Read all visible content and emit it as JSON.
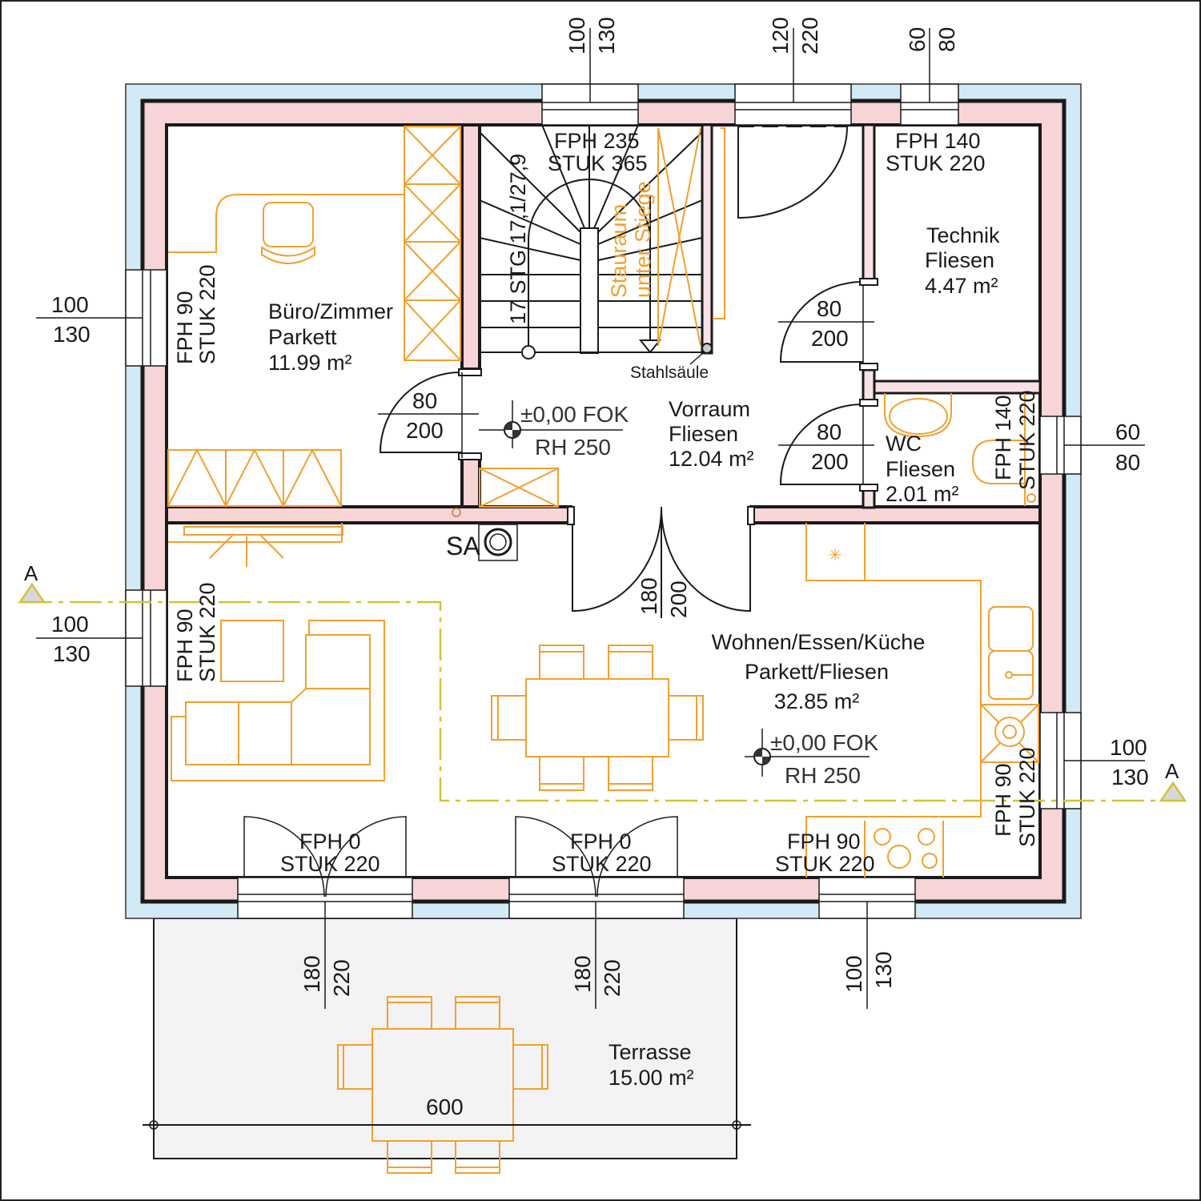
{
  "plan": {
    "title": "Erdgeschoss Grundriss",
    "colors": {
      "wall": "#f7d5d7",
      "insulation": "#d2eaf6",
      "furniture": "#f0a030",
      "section_axis": "#cfc43a",
      "terrace": "#f3f3f5",
      "line": "#1a1a1a"
    },
    "rooms": [
      {
        "name": "Büro/Zimmer",
        "floor": "Parkett",
        "area": "11.99 m²"
      },
      {
        "name": "Vorraum",
        "floor": "Fliesen",
        "area": "12.04 m²"
      },
      {
        "name": "Technik",
        "floor": "Fliesen",
        "area": "4.47 m²"
      },
      {
        "name": "WC",
        "floor": "Fliesen",
        "area": "2.01 m²"
      },
      {
        "name": "Wohnen/Essen/Küche",
        "floor": "Parkett/Fliesen",
        "area": "32.85 m²"
      },
      {
        "name": "Terrasse",
        "floor": "",
        "area": "15.00 m²"
      }
    ],
    "stair": {
      "steps": "17 STG 17,1/27,9",
      "storage_line1": "Stauraum",
      "storage_line2": "unter Stiege",
      "column": "Stahlsäule"
    },
    "levels": [
      {
        "fok": "±0,00 FOK",
        "rh": "RH 250"
      },
      {
        "fok": "±0,00 FOK",
        "rh": "RH 250"
      }
    ],
    "chimney": "SA",
    "section_marker": "A",
    "terrace_dim": "600",
    "window_sills": [
      {
        "fph": "FPH 235",
        "stuk": "STUK 365"
      },
      {
        "fph": "FPH 140",
        "stuk": "STUK 220"
      },
      {
        "fph": "FPH 90",
        "stuk": "STUK 220"
      },
      {
        "fph": "FPH 140",
        "stuk": "STUK 220"
      },
      {
        "fph": "FPH 90",
        "stuk": "STUK 220"
      },
      {
        "fph": "FPH 90",
        "stuk": "STUK 220"
      },
      {
        "fph": "FPH 0",
        "stuk": "STUK 220"
      },
      {
        "fph": "FPH 0",
        "stuk": "STUK 220"
      },
      {
        "fph": "FPH 90",
        "stuk": "STUK 220"
      }
    ],
    "openings": [
      {
        "w": "100",
        "h": "130"
      },
      {
        "w": "120",
        "h": "220"
      },
      {
        "w": "60",
        "h": "80"
      },
      {
        "w": "100",
        "h": "130"
      },
      {
        "w": "100",
        "h": "130"
      },
      {
        "w": "60",
        "h": "80"
      },
      {
        "w": "100",
        "h": "130"
      },
      {
        "w": "180",
        "h": "220"
      },
      {
        "w": "180",
        "h": "220"
      },
      {
        "w": "100",
        "h": "130"
      }
    ],
    "doors": [
      {
        "w": "80",
        "h": "200"
      },
      {
        "w": "80",
        "h": "200"
      },
      {
        "w": "80",
        "h": "200"
      },
      {
        "w": "180",
        "h": "200"
      }
    ]
  }
}
